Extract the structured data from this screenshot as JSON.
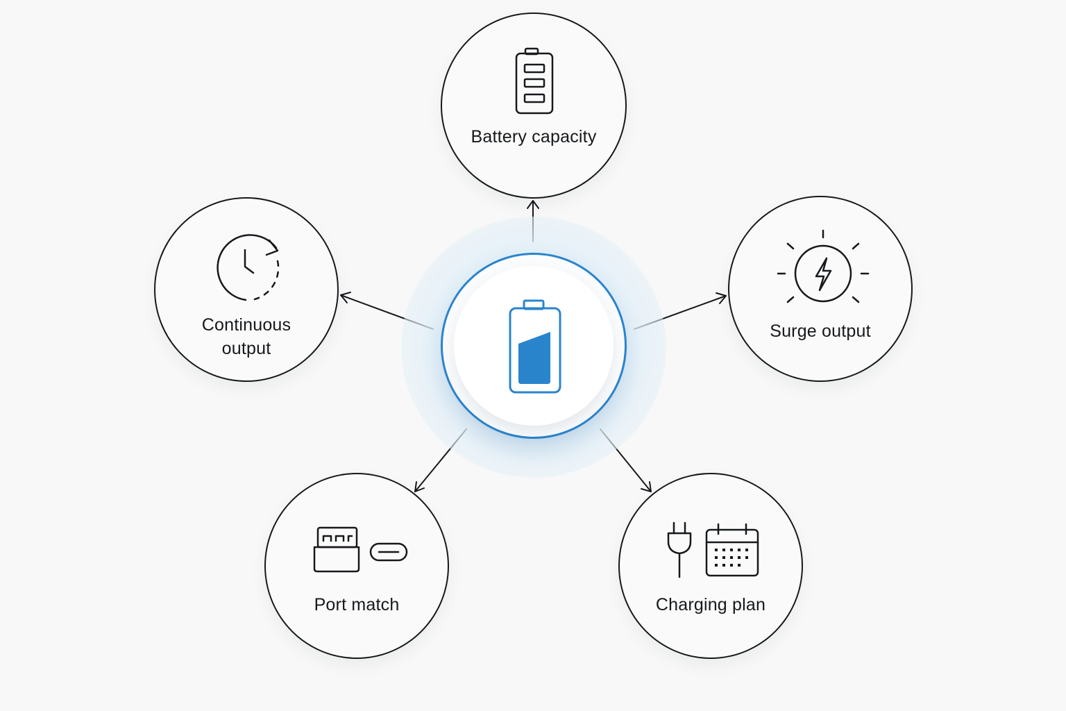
{
  "diagram": {
    "hub": {
      "icon": "battery-half-icon",
      "accent_color": "#2a84cc"
    },
    "nodes": [
      {
        "id": "battery-capacity",
        "label": "Battery capacity",
        "icon": "battery-levels-icon"
      },
      {
        "id": "continuous-output",
        "label_line1": "Continuous",
        "label_line2": "output",
        "icon": "clock-refresh-icon"
      },
      {
        "id": "surge-output",
        "label": "Surge output",
        "icon": "lightning-burst-icon"
      },
      {
        "id": "port-match",
        "label": "Port match",
        "icon": "usb-ports-icon"
      },
      {
        "id": "charging-plan",
        "label": "Charging plan",
        "icon": "plug-calendar-icon"
      }
    ],
    "line_color": "#16181c"
  }
}
